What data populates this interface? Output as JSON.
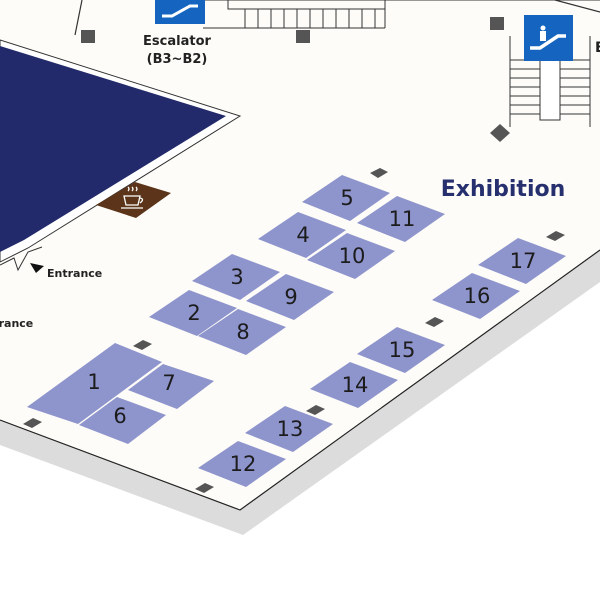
{
  "map": {
    "section_title": "Exhibition",
    "escalator_label": "Escalator",
    "escalator_floors": "(B3~B2)",
    "entrance_label": "Entrance",
    "entrance_label_2": "Entrance",
    "clipped_label": "E",
    "booths": [
      {
        "id": "1",
        "label": "1"
      },
      {
        "id": "2",
        "label": "2"
      },
      {
        "id": "3",
        "label": "3"
      },
      {
        "id": "4",
        "label": "4"
      },
      {
        "id": "5",
        "label": "5"
      },
      {
        "id": "6",
        "label": "6"
      },
      {
        "id": "7",
        "label": "7"
      },
      {
        "id": "8",
        "label": "8"
      },
      {
        "id": "9",
        "label": "9"
      },
      {
        "id": "10",
        "label": "10"
      },
      {
        "id": "11",
        "label": "11"
      },
      {
        "id": "12",
        "label": "12"
      },
      {
        "id": "13",
        "label": "13"
      },
      {
        "id": "14",
        "label": "14"
      },
      {
        "id": "15",
        "label": "15"
      },
      {
        "id": "16",
        "label": "16"
      },
      {
        "id": "17",
        "label": "17"
      }
    ],
    "icons": [
      "escalator-icon",
      "coffee-icon",
      "entrance-arrow-icon",
      "pillar-icon"
    ],
    "colors": {
      "booth": "#8e94cc",
      "hall": "#222a6b",
      "escalator_sign": "#1565c0",
      "cafe": "#5b3419",
      "title": "#27306e",
      "floor": "#fdfcf8",
      "shadow": "#dcdcdc"
    }
  }
}
